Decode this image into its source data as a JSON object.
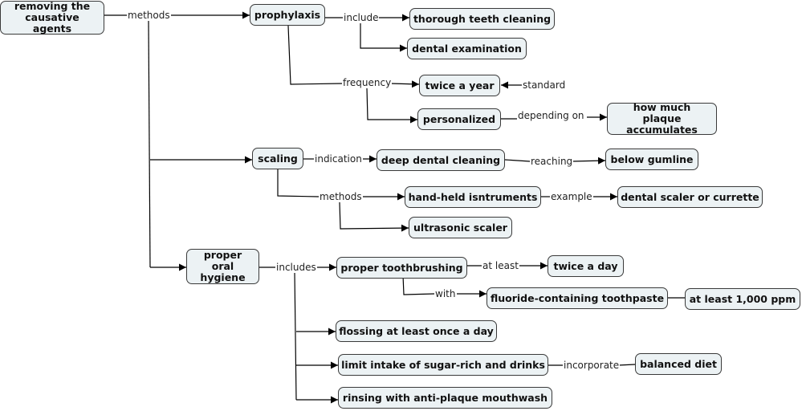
{
  "title": "removing the causative agents",
  "nodes": {
    "root": "removing the\ncausative agents",
    "prophylaxis": "prophylaxis",
    "thorough": "thorough teeth cleaning",
    "exam": "dental examination",
    "twice_year": "twice a year",
    "personalized": "personalized",
    "plaque": "how much plaque\naccumulates",
    "scaling": "scaling",
    "deep": "deep dental cleaning",
    "gumline": "below gumline",
    "handheld": "hand-held isntruments",
    "curette": "dental scaler or currette",
    "ultrasonic": "ultrasonic scaler",
    "hygiene": "proper oral\nhygiene",
    "brushing": "proper toothbrushing",
    "twice_day": "twice a day",
    "fluoride": "fluoride-containing toothpaste",
    "ppm": "at least 1,000 ppm",
    "flossing": "flossing at least once a day",
    "limit": "limit intake of sugar-rich and drinks",
    "diet": "balanced diet",
    "rinsing": "rinsing with anti-plaque mouthwash"
  },
  "links": {
    "methods1": "methods",
    "include": "include",
    "frequency": "frequency",
    "standard": "standard",
    "depending": "depending on",
    "indication": "indication",
    "reaching": "reaching",
    "methods2": "methods",
    "example": "example",
    "includes": "includes",
    "at_least": "at least",
    "with": "with",
    "incorporate": "incorporate"
  },
  "colors": {
    "node_fill": "#ecf2f4",
    "node_border": "#3a3a3a",
    "line": "#000000"
  }
}
